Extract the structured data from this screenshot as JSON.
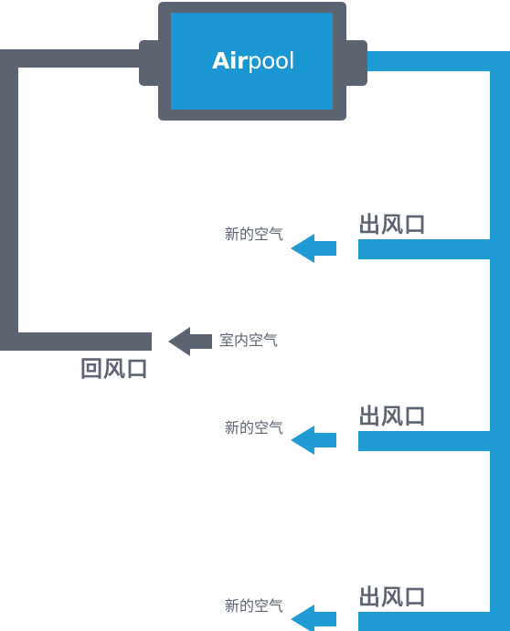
{
  "unit": {
    "brand_prefix": "Air",
    "brand_suffix": "pool"
  },
  "labels": {
    "outlet": "出风口",
    "return_vent": "回风口",
    "fresh_air": "新的空气",
    "indoor_air": "室内空气"
  },
  "colors": {
    "supply_duct": "#1f9bd4",
    "return_duct": "#5b6470",
    "unit_body": "#1a97d2",
    "unit_frame": "#5b6470",
    "text": "#5b6470"
  },
  "icons": {
    "fresh_air_arrow": "arrow-left",
    "indoor_air_arrow": "arrow-left"
  }
}
